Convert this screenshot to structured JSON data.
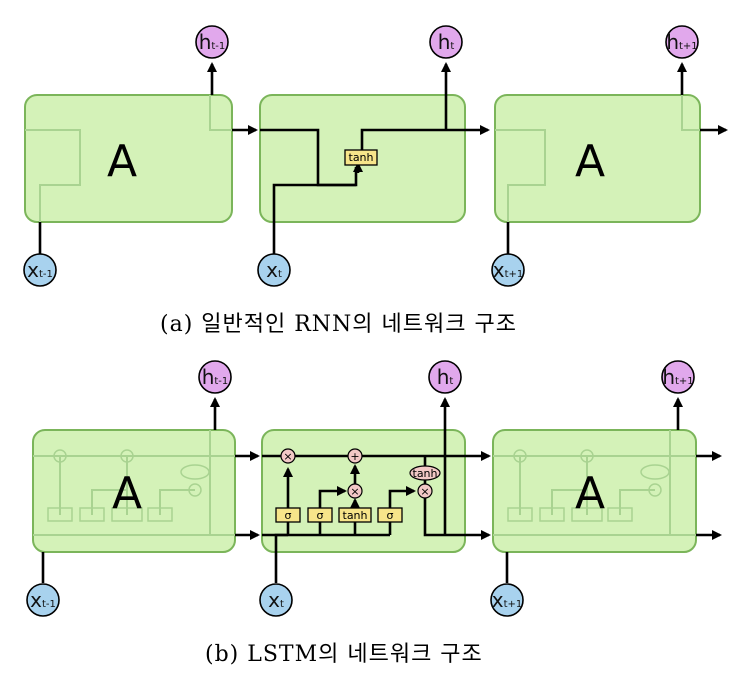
{
  "rnn": {
    "block_label": "A",
    "activation": "tanh",
    "h_nodes": [
      {
        "base": "h",
        "sub": "t-1"
      },
      {
        "base": "h",
        "sub": "t"
      },
      {
        "base": "h",
        "sub": "t+1"
      }
    ],
    "x_nodes": [
      {
        "base": "x",
        "sub": "t-1"
      },
      {
        "base": "x",
        "sub": "t"
      },
      {
        "base": "x",
        "sub": "t+1"
      }
    ],
    "caption": "(a) 일반적인 RNN의 네트워크 구조"
  },
  "lstm": {
    "block_label": "A",
    "sigma": "σ",
    "tanh_layer": "tanh",
    "tanh_op": "tanh",
    "mul": "×",
    "add": "+",
    "h_nodes": [
      {
        "base": "h",
        "sub": "t-1"
      },
      {
        "base": "h",
        "sub": "t"
      },
      {
        "base": "h",
        "sub": "t+1"
      }
    ],
    "x_nodes": [
      {
        "base": "x",
        "sub": "t-1"
      },
      {
        "base": "x",
        "sub": "t"
      },
      {
        "base": "x",
        "sub": "t+1"
      }
    ],
    "caption": "(b) LSTM의 네트워크 구조"
  },
  "colors": {
    "cell_fill": "#d4f2b8",
    "h_node": "#e1a8ec",
    "x_node": "#a8d2ee",
    "layer": "#f7e58a",
    "pointwise": "#f2c8c6"
  }
}
